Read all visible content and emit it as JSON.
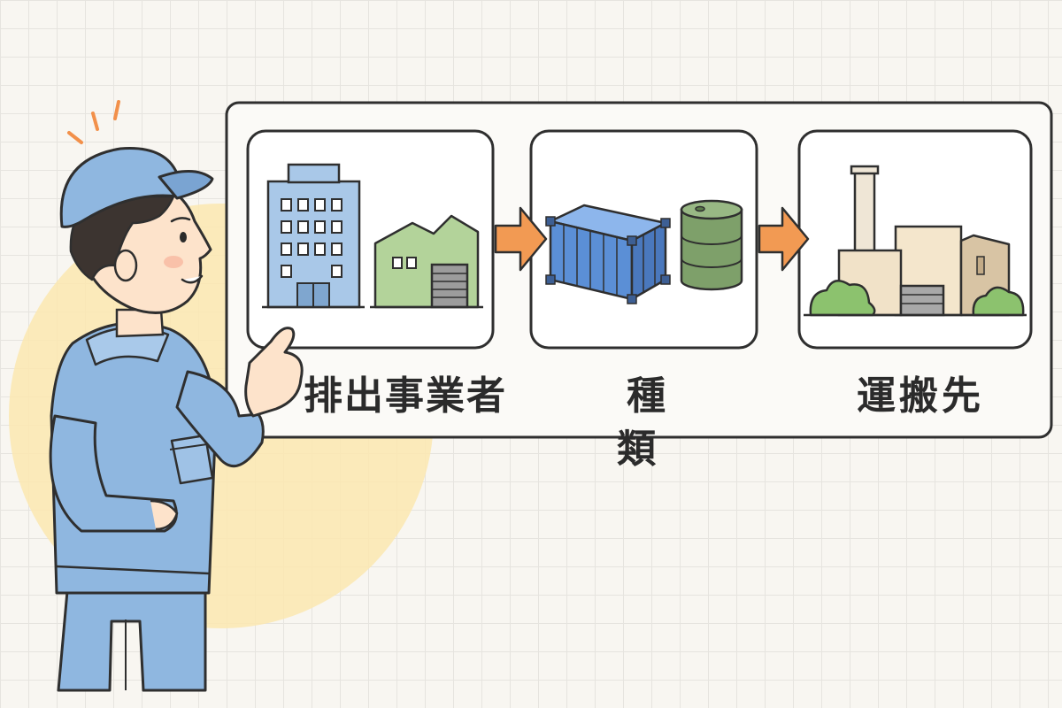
{
  "flow": {
    "steps": [
      {
        "id": "discharger",
        "label": "排出事業者",
        "icons": [
          "office-building-icon",
          "warehouse-icon"
        ]
      },
      {
        "id": "type",
        "label": "種 類",
        "icons": [
          "cargo-container-icon",
          "oil-drum-icon"
        ]
      },
      {
        "id": "destination",
        "label": "運搬先",
        "icons": [
          "treatment-plant-icon"
        ]
      }
    ],
    "arrow_icon": "right-arrow-icon"
  },
  "character": {
    "icon": "worker-pointing-icon"
  },
  "colors": {
    "outline": "#2f2f2f",
    "arrow": "#f29a53",
    "building_blue": "#a9c8e8",
    "warehouse_green": "#b3d39a",
    "container_blue": "#5b8fd6",
    "drum_green": "#7ea06a",
    "plant_beige": "#f1e2c8",
    "bush_green": "#8cc26e",
    "uniform_blue": "#8fb7e0",
    "sun_yellow": "#fbe8b0",
    "skin": "#fde3cb",
    "hair": "#3c3430"
  }
}
